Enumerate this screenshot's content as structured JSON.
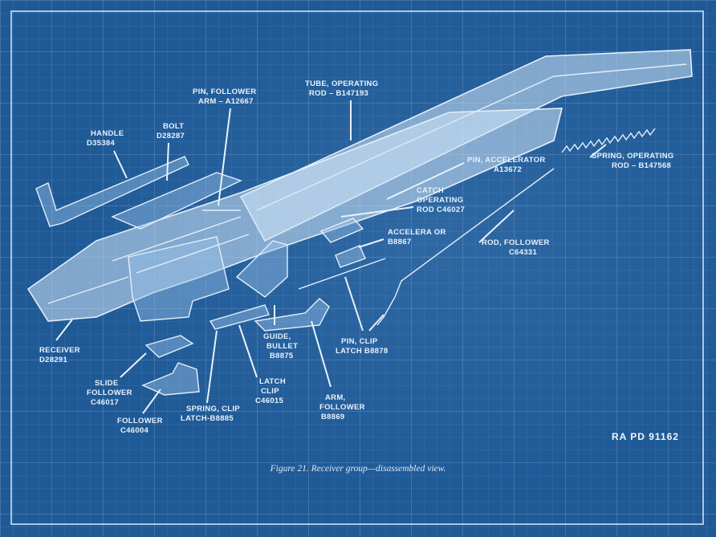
{
  "figure": {
    "caption": "Figure 21.  Receiver group—disassembled view.",
    "reference": "RA PD 91162"
  },
  "labels": {
    "handle": [
      "HANDLE",
      "D35384"
    ],
    "bolt": [
      "BOLT",
      "D28287"
    ],
    "pin_follower_arm": [
      "PIN, FOLLOWER",
      "ARM – A12667"
    ],
    "tube_operating_rod": [
      "TUBE, OPERATING",
      "ROD – B147193"
    ],
    "spring_operating_rod": [
      "SPRING, OPERATING",
      "ROD – B147568"
    ],
    "pin_accelerator": [
      "PIN, ACCELERATOR",
      "A13672"
    ],
    "catch_operating_rod": [
      "CATCH",
      "OPERATING",
      "ROD C46027"
    ],
    "accelerator": [
      "ACCELERA OR",
      "B8867"
    ],
    "rod_follower": [
      "ROD, FOLLOWER",
      "C64331"
    ],
    "receiver": [
      "RECEIVER",
      "D28291"
    ],
    "slide_follower": [
      "SLIDE",
      "FOLLOWER",
      "C46017"
    ],
    "follower": [
      "FOLLOWER",
      "C46004"
    ],
    "spring_clip_latch": [
      "SPRING, CLIP",
      "LATCH-B8885"
    ],
    "guide_bullet": [
      "GUIDE,",
      "BULLET",
      "B8875"
    ],
    "latch_clip": [
      "LATCH",
      "CLIP",
      "C46015"
    ],
    "arm_follower": [
      "ARM,",
      "FOLLOWER",
      "B8869"
    ],
    "pin_clip_latch": [
      "PIN,   CLIP",
      "LATCH   B8878"
    ]
  }
}
